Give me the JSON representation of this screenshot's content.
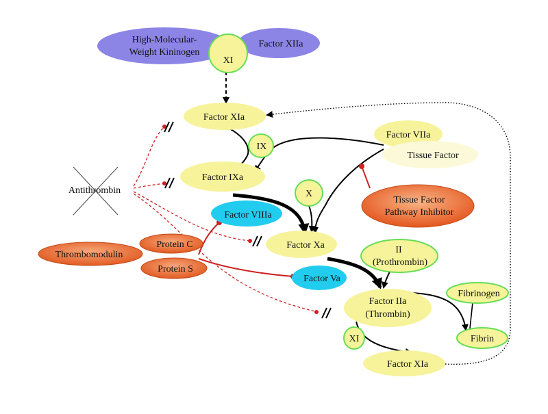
{
  "colors": {
    "yellow": "#f6f39a",
    "blue": "#8c85e6",
    "cyan": "#22ccee",
    "orange": "#e8612a",
    "green_ring": "#66dd55",
    "inhibit_red": "#cc2222",
    "arrow": "#000000"
  },
  "nodes": {
    "hmwk_line1": "High-Molecular-",
    "hmwk_line2": "Weight Kininogen",
    "factor_xiia": "Factor XIIa",
    "xi_top": "XI",
    "factor_xia_top": "Factor XIa",
    "ix": "IX",
    "factor_viia": "Factor VIIa",
    "tissue_factor": "Tissue Factor",
    "factor_ixa": "Factor IXa",
    "antithrombin": "Antithrombin",
    "x": "X",
    "tfpi_line1": "Tissue Factor",
    "tfpi_line2": "Pathway Inhibitor",
    "factor_viiia": "Factor VIIIa",
    "factor_xa": "Factor Xa",
    "protein_c": "Protein C",
    "thrombomodulin": "Thrombomodulin",
    "protein_s": "Protein S",
    "ii_line1": "II",
    "ii_line2": "(Prothrombin)",
    "factor_va": "Factor Va",
    "fibrinogen": "Fibrinogen",
    "factor_iia_line1": "Factor IIa",
    "factor_iia_line2": "(Thrombin)",
    "xi_bottom": "XI",
    "fibrin": "Fibrin",
    "factor_xia_bottom": "Factor XIa"
  }
}
